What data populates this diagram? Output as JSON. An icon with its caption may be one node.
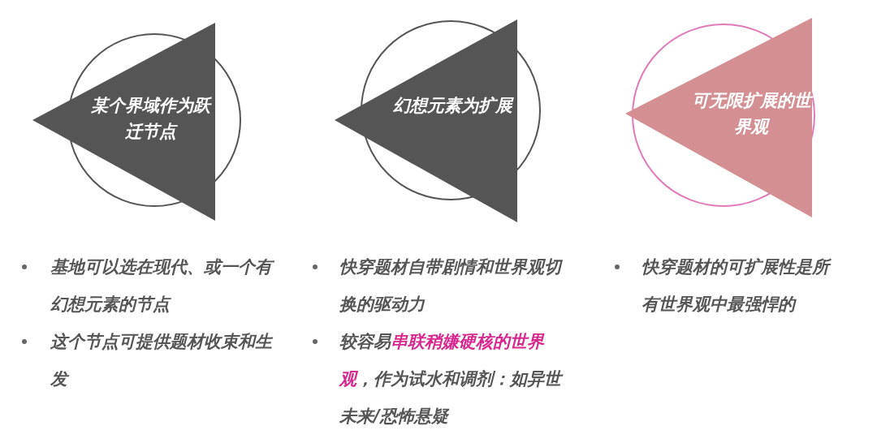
{
  "diagram": {
    "nodes": [
      {
        "text": [
          "某个界域作为跃迁节点"
        ]
      },
      {
        "text": [
          "幻想元素为扩展"
        ]
      },
      {
        "text": [
          "可无限扩展的世界观"
        ]
      }
    ],
    "labels": [
      "基地可以选在现代、或一个有幻想元素的节点",
      "这个节点可提供题材收束和生发",
      "快穿题材自带剧情和世界观切换的驱动力",
      "较容易**串联稍嫌硬核的世界观**，作为试水和调剂：如异世未来/恐怖悬疑",
      "快穿题材的可扩展性是所有世界观中最强悍的"
    ]
  }
}
